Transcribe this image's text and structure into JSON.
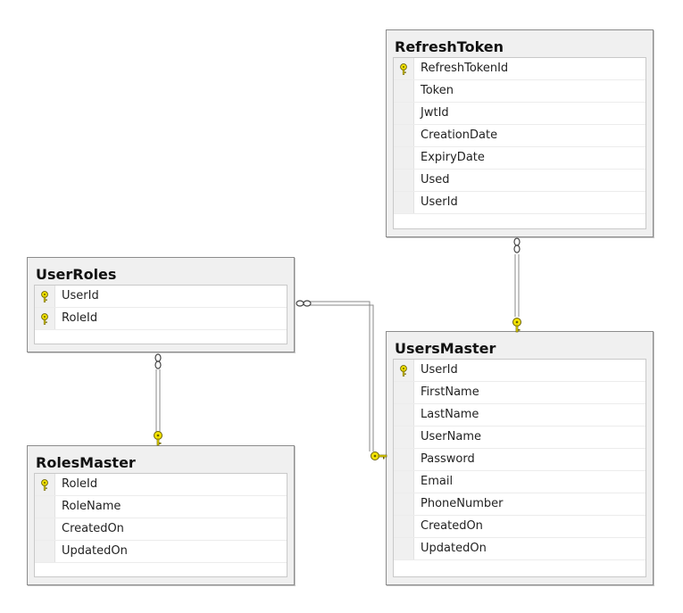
{
  "diagram": {
    "tables": {
      "refresh_token": {
        "name": "RefreshToken",
        "columns": [
          {
            "name": "RefreshTokenId",
            "primary_key": true
          },
          {
            "name": "Token",
            "primary_key": false
          },
          {
            "name": "JwtId",
            "primary_key": false
          },
          {
            "name": "CreationDate",
            "primary_key": false
          },
          {
            "name": "ExpiryDate",
            "primary_key": false
          },
          {
            "name": "Used",
            "primary_key": false
          },
          {
            "name": "UserId",
            "primary_key": false
          }
        ]
      },
      "user_roles": {
        "name": "UserRoles",
        "columns": [
          {
            "name": "UserId",
            "primary_key": true
          },
          {
            "name": "RoleId",
            "primary_key": true
          }
        ]
      },
      "users_master": {
        "name": "UsersMaster",
        "columns": [
          {
            "name": "UserId",
            "primary_key": true
          },
          {
            "name": "FirstName",
            "primary_key": false
          },
          {
            "name": "LastName",
            "primary_key": false
          },
          {
            "name": "UserName",
            "primary_key": false
          },
          {
            "name": "Password",
            "primary_key": false
          },
          {
            "name": "Email",
            "primary_key": false
          },
          {
            "name": "PhoneNumber",
            "primary_key": false
          },
          {
            "name": "CreatedOn",
            "primary_key": false
          },
          {
            "name": "UpdatedOn",
            "primary_key": false
          }
        ]
      },
      "roles_master": {
        "name": "RolesMaster",
        "columns": [
          {
            "name": "RoleId",
            "primary_key": true
          },
          {
            "name": "RoleName",
            "primary_key": false
          },
          {
            "name": "CreatedOn",
            "primary_key": false
          },
          {
            "name": "UpdatedOn",
            "primary_key": false
          }
        ]
      }
    },
    "relationships": [
      {
        "from": "refresh_token",
        "to": "users_master",
        "many_end": "refresh_token",
        "one_end": "users_master"
      },
      {
        "from": "user_roles",
        "to": "users_master",
        "many_end": "user_roles",
        "one_end": "users_master"
      },
      {
        "from": "user_roles",
        "to": "roles_master",
        "many_end": "user_roles",
        "one_end": "roles_master"
      }
    ],
    "colors": {
      "key": "#f2e200",
      "key_outline": "#6b6200",
      "line": "#8a8a8a",
      "table_border": "#8c8c8c",
      "table_background": "#f0f0f0"
    },
    "icons": {
      "primary_key": "key-icon"
    }
  }
}
